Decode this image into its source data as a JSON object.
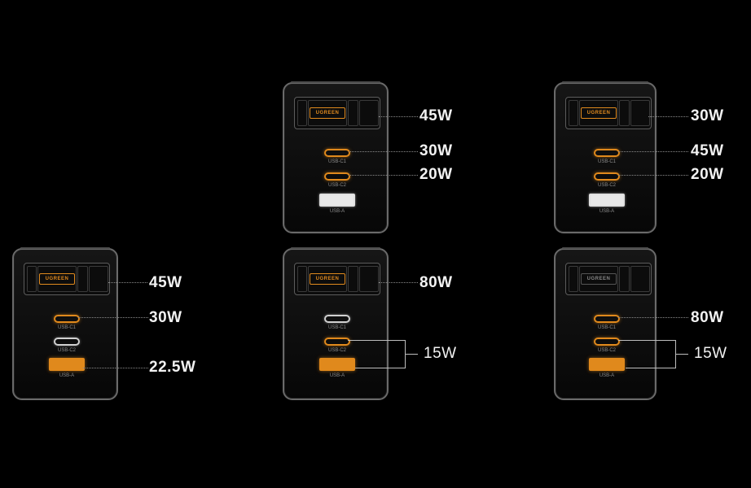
{
  "configs": [
    {
      "id": "left",
      "brand": "UGREEN",
      "ports": {
        "c1": "USB-C1",
        "c2": "USB-C2",
        "a": "USB-A"
      },
      "watts": {
        "display": "45W",
        "c1": "30W",
        "a": "22.5W"
      }
    },
    {
      "id": "mid-top",
      "brand": "UGREEN",
      "ports": {
        "c1": "USB-C1",
        "c2": "USB-C2",
        "a": "USB-A"
      },
      "watts": {
        "display": "45W",
        "c1": "30W",
        "c2": "20W"
      }
    },
    {
      "id": "mid-bottom",
      "brand": "UGREEN",
      "ports": {
        "c1": "USB-C1",
        "c2": "USB-C2",
        "a": "USB-A"
      },
      "watts": {
        "display": "80W",
        "bracket": "15W"
      }
    },
    {
      "id": "right-top",
      "brand": "UGREEN",
      "ports": {
        "c1": "USB-C1",
        "c2": "USB-C2",
        "a": "USB-A"
      },
      "watts": {
        "display": "30W",
        "c1": "45W",
        "c2": "20W"
      }
    },
    {
      "id": "right-bottom",
      "brand": "UGREEN",
      "ports": {
        "c1": "USB-C1",
        "c2": "USB-C2",
        "a": "USB-A"
      },
      "watts": {
        "display": "80W",
        "bracket": "15W"
      }
    }
  ],
  "colors": {
    "accent": "#e0891c",
    "background": "#000000",
    "text": "#f2f2f2"
  },
  "icons": {
    "port_c": "usb-c-port-icon",
    "port_a": "usb-a-port-icon"
  }
}
